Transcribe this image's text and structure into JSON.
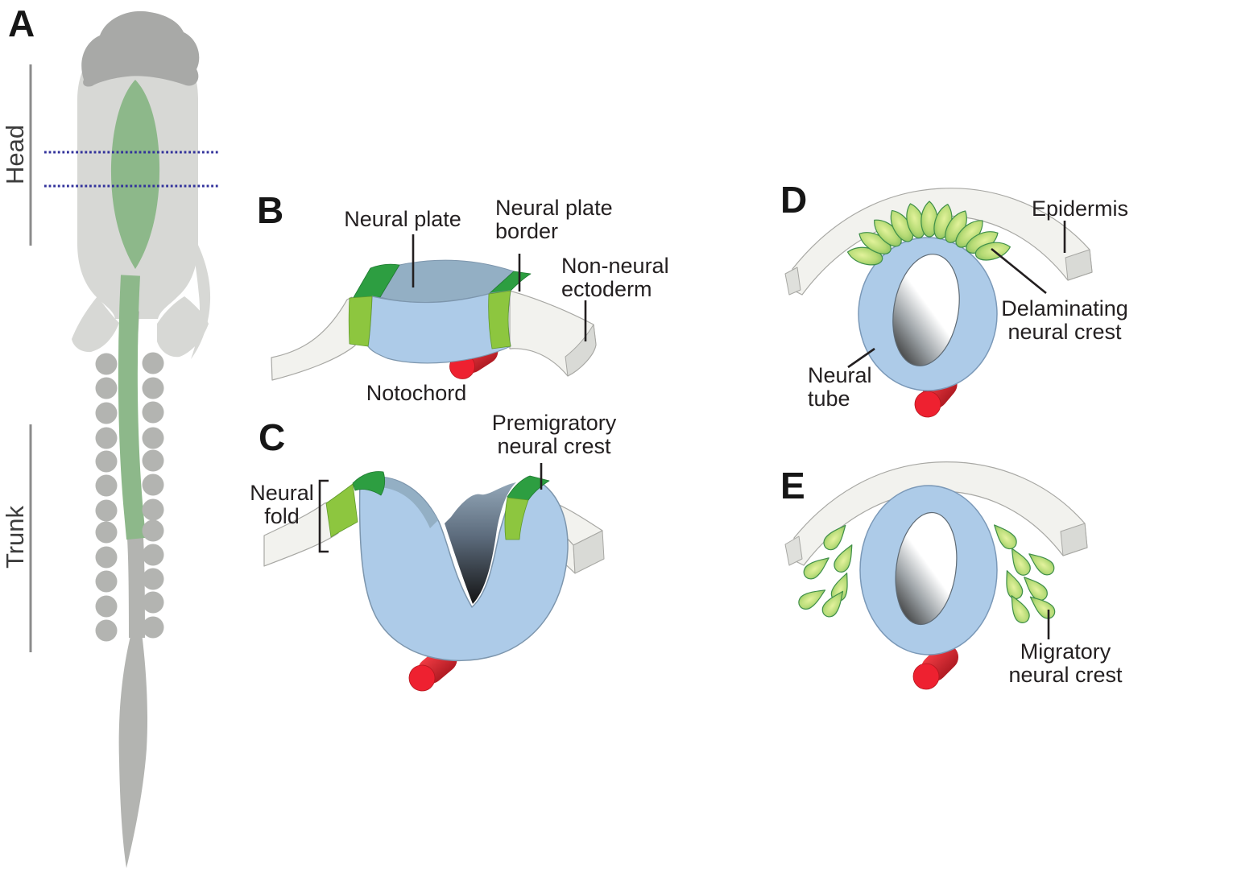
{
  "figure": {
    "panels": {
      "a": {
        "letter": "A",
        "axis_labels": {
          "head": "Head",
          "trunk": "Trunk"
        }
      },
      "b": {
        "letter": "B",
        "labels": {
          "neural_plate": "Neural plate",
          "neural_plate_border": "Neural plate\nborder",
          "non_neural_ectoderm": "Non-neural\nectoderm",
          "notochord": "Notochord"
        }
      },
      "c": {
        "letter": "C",
        "labels": {
          "neural_fold": "Neural\nfold",
          "premigratory_neural_crest": "Premigratory\nneural crest"
        }
      },
      "d": {
        "letter": "D",
        "labels": {
          "epidermis": "Epidermis",
          "delaminating_neural_crest": "Delaminating\nneural crest",
          "neural_tube": "Neural\ntube"
        }
      },
      "e": {
        "letter": "E",
        "labels": {
          "migratory_neural_crest": "Migratory\nneural crest"
        }
      }
    },
    "colors": {
      "embryo_body_gray": "#d7d8d5",
      "embryo_head_gray": "#a8a9a7",
      "somite_gray": "#b3b4b1",
      "neural_green_a": "#8db88a",
      "section_line_blue": "#32329b",
      "axis_line_gray": "#8c8c8c",
      "dark_green": "#2d9e41",
      "light_green": "#8dc63f",
      "plate_top_blue": "#93afc4",
      "plate_front_blue": "#adcbe8",
      "ectoderm_white": "#f2f2ee",
      "ectoderm_edge": "#d9dad6",
      "notochord_red": "#ee2130",
      "notochord_dark_red": "#b01b23",
      "crest_cell_green_light": "#e2f29b",
      "crest_cell_green_dark": "#66ab50",
      "text_black": "#231f20"
    }
  }
}
